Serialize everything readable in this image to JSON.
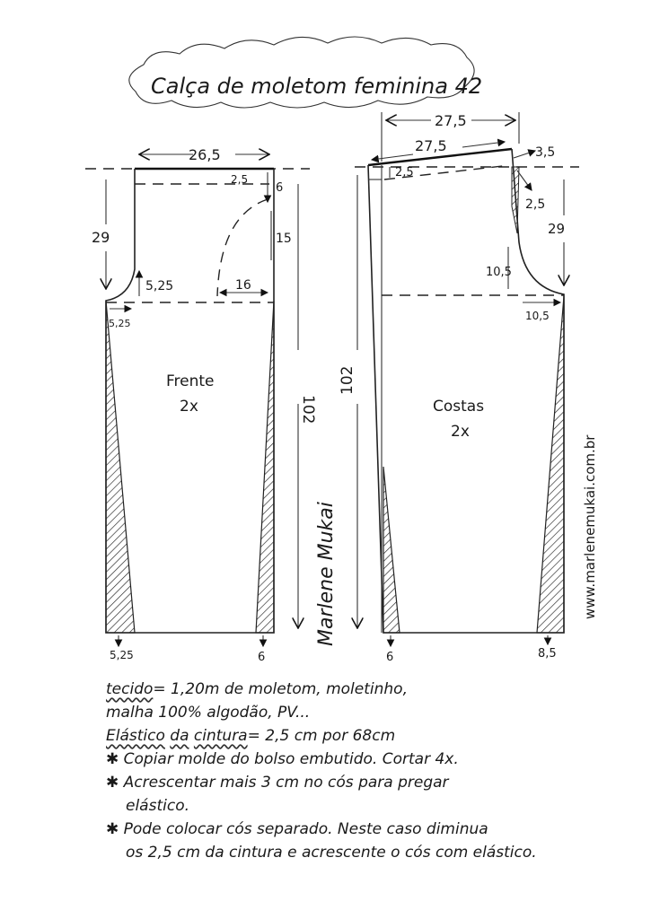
{
  "title": "Calça de moletom feminina 42",
  "front": {
    "name": "Frente",
    "count": "2x",
    "dims": {
      "waist": "26,5",
      "waistband": "2,5",
      "pocket_top": "6",
      "pocket_depth": "15",
      "pocket_width": "16",
      "rise": "29",
      "crotch_height": "5,25",
      "crotch_width": "5,25",
      "length": "102",
      "hem_left": "5,25",
      "hem_right": "6"
    }
  },
  "back": {
    "name": "Costas",
    "count": "2x",
    "dims": {
      "waist_top": "27,5",
      "waist": "27,5",
      "raise": "3,5",
      "waistband": "2,5",
      "side_in": "2,5",
      "rise": "29",
      "crotch_height": "10,5",
      "crotch_width": "10,5",
      "length": "102",
      "hem_left": "6",
      "hem_right": "8,5"
    }
  },
  "signature": "Marlene Mukai",
  "website": "www.marlenemukai.com.br",
  "notes": {
    "fabric_label": "tecido",
    "fabric_text": "= 1,20m  de moletom, moletinho,",
    "fabric_text2": "malha 100% algodão, PV...",
    "elastic_label1": "Elástico",
    "elastic_label2": "da",
    "elastic_label3": "cintura",
    "elastic_text": "= 2,5 cm por 68cm",
    "bullet1": "✱ Copiar molde do bolso embutido. Cortar 4x.",
    "bullet2": "✱ Acrescentar mais 3 cm no cós para pregar",
    "bullet2b": "elástico.",
    "bullet3": "✱ Pode colocar cós separado. Neste caso diminua",
    "bullet3b": "os 2,5 cm da cintura e acrescente o cós com elástico."
  }
}
